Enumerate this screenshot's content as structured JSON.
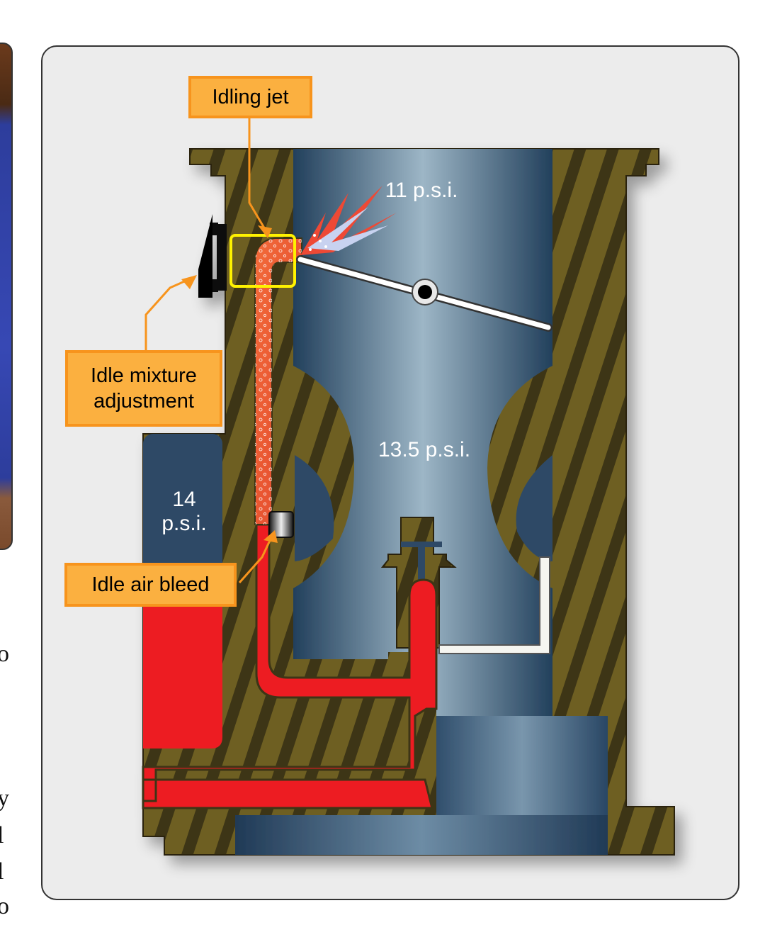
{
  "edge_text": [
    "o",
    "y",
    "l",
    "l",
    "o"
  ],
  "callouts": {
    "idling_jet": "Idling jet",
    "idle_mixture_adjustment": "Idle mixture\nadjustment",
    "idle_air_bleed": "Idle air bleed"
  },
  "pressures": {
    "throttle_top": "11 p.s.i.",
    "venturi": "13.5 p.s.i.",
    "float_chamber": "14\np.s.i."
  },
  "colors": {
    "callout_fill": "#fbb040",
    "callout_border": "#f7941d",
    "fuel_red": "#ed1c24",
    "body_brown": "#6e5f22",
    "air_blue": "#2e4a66"
  }
}
